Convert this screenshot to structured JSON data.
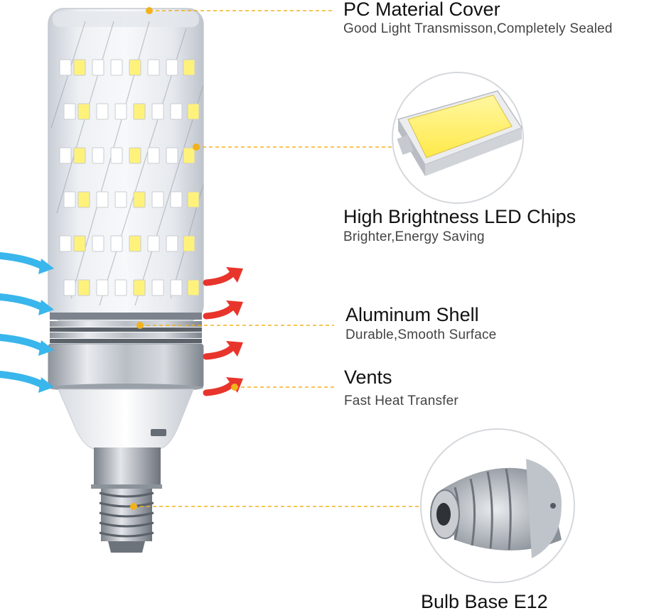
{
  "features": [
    {
      "title": "PC Material Cover",
      "subtitle": "Good Light Transmisson,Completely Sealed"
    },
    {
      "title": "High Brightness LED Chips",
      "subtitle": "Brighter,Energy Saving"
    },
    {
      "title": "Aluminum Shell",
      "subtitle": "Durable,Smooth Surface"
    },
    {
      "title": "Vents",
      "subtitle": "Fast Heat Transfer"
    },
    {
      "title": "Bulb Base E12",
      "subtitle": ""
    }
  ],
  "colors": {
    "leader_line": "#f2b21b",
    "airflow_in": "#39b6ec",
    "airflow_out": "#e8352c",
    "led_chip": "#fff27a",
    "shell": "#b7bcc3"
  },
  "icons": [
    "led-chip-icon",
    "bulb-base-icon",
    "airflow-in-arrow",
    "airflow-out-arrow"
  ]
}
